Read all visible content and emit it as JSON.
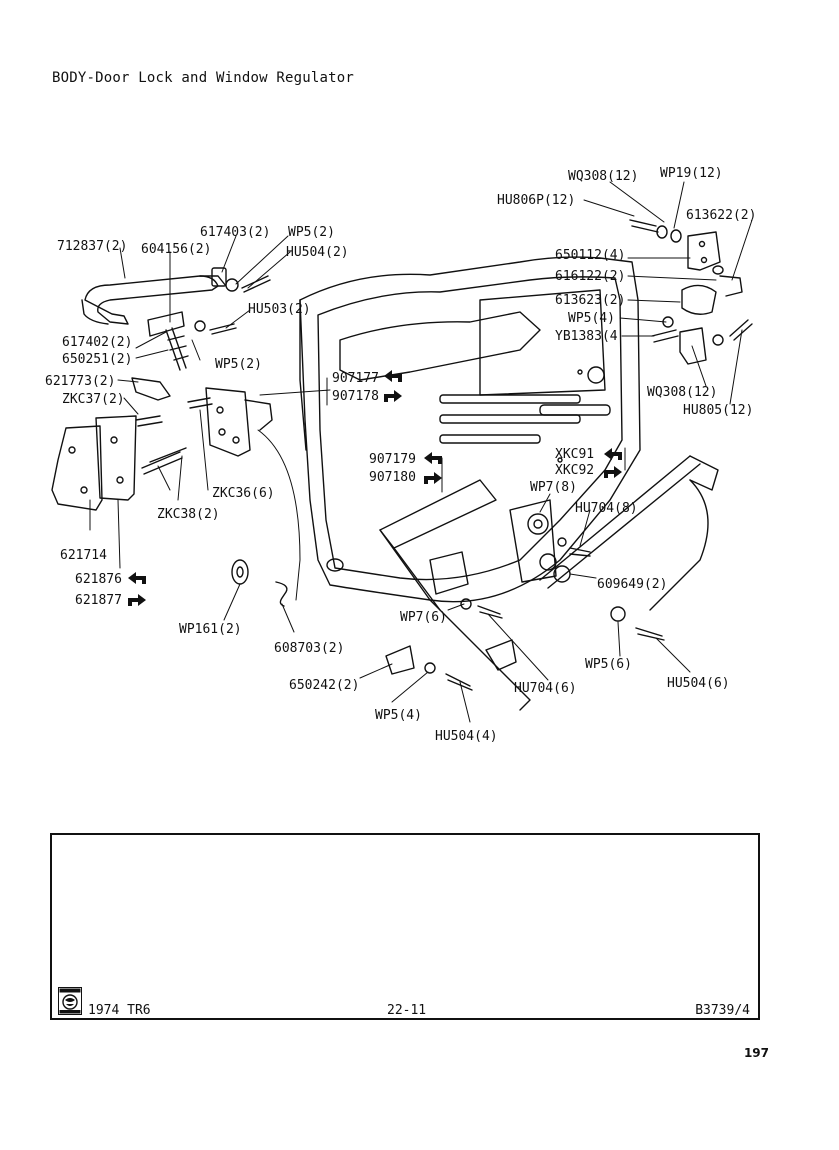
{
  "title": "BODY-Door Lock and Window Regulator",
  "labels": [
    {
      "id": "l_wq308_top",
      "text": "WQ308(12)"
    },
    {
      "id": "l_wp19",
      "text": "WP19(12)"
    },
    {
      "id": "l_hu806p",
      "text": "HU806P(12)"
    },
    {
      "id": "l_613622",
      "text": "613622(2)"
    },
    {
      "id": "l_617403",
      "text": "617403(2)"
    },
    {
      "id": "l_wp5_a",
      "text": "WP5(2)"
    },
    {
      "id": "l_712837",
      "text": "712837(2)"
    },
    {
      "id": "l_604156",
      "text": "604156(2)"
    },
    {
      "id": "l_hu504_a",
      "text": "HU504(2)"
    },
    {
      "id": "l_650112",
      "text": "650112(4)"
    },
    {
      "id": "l_616122",
      "text": "616122(2)"
    },
    {
      "id": "l_hu503",
      "text": "HU503(2)"
    },
    {
      "id": "l_613623",
      "text": "613623(2)"
    },
    {
      "id": "l_wp5_b",
      "text": "WP5(4)"
    },
    {
      "id": "l_yb1383",
      "text": "YB1383(4"
    },
    {
      "id": "l_617402",
      "text": "617402(2)"
    },
    {
      "id": "l_650251",
      "text": "650251(2)"
    },
    {
      "id": "l_wp5_c",
      "text": "WP5(2)"
    },
    {
      "id": "l_621773",
      "text": "621773(2)"
    },
    {
      "id": "l_907177",
      "text": "907177"
    },
    {
      "id": "l_907178",
      "text": "907178"
    },
    {
      "id": "l_wq308_b",
      "text": "WQ308(12)"
    },
    {
      "id": "l_zkc37",
      "text": "ZKC37(2)"
    },
    {
      "id": "l_hu805",
      "text": "HU805(12)"
    },
    {
      "id": "l_907179",
      "text": "907179"
    },
    {
      "id": "l_907180",
      "text": "907180"
    },
    {
      "id": "l_xkc91",
      "text": "XKC91"
    },
    {
      "id": "l_xkc92",
      "text": "XKC92"
    },
    {
      "id": "l_wp7_8",
      "text": "WP7(8)"
    },
    {
      "id": "l_zkc36",
      "text": "ZKC36(6)"
    },
    {
      "id": "l_hu704_8",
      "text": "HU704(8)"
    },
    {
      "id": "l_zkc38",
      "text": "ZKC38(2)"
    },
    {
      "id": "l_621714",
      "text": "621714"
    },
    {
      "id": "l_609649",
      "text": "609649(2)"
    },
    {
      "id": "l_621876",
      "text": "621876"
    },
    {
      "id": "l_621877",
      "text": "621877"
    },
    {
      "id": "l_wp7_6",
      "text": "WP7(6)"
    },
    {
      "id": "l_wp161",
      "text": "WP161(2)"
    },
    {
      "id": "l_608703",
      "text": "608703(2)"
    },
    {
      "id": "l_wp5_6",
      "text": "WP5(6)"
    },
    {
      "id": "l_650242",
      "text": "650242(2)"
    },
    {
      "id": "l_hu704_6",
      "text": "HU704(6)"
    },
    {
      "id": "l_hu504_6",
      "text": "HU504(6)"
    },
    {
      "id": "l_wp5_4",
      "text": "WP5(4)"
    },
    {
      "id": "l_hu504_4",
      "text": "HU504(4)"
    }
  ],
  "footer": {
    "logo_text": "BRITISH LEYLAND",
    "model": "1974 TR6",
    "section": "22-11",
    "ref": "B3739/4"
  },
  "page_number": "197"
}
